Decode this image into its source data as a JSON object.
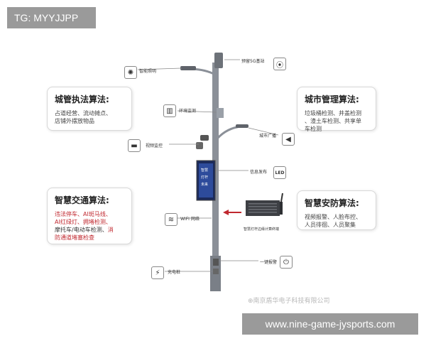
{
  "tag": "TG: MYYJJPP",
  "url": "www.nine-game-jysports.com",
  "watermark": "⊕南京盾华电子科技有限公司",
  "boxes": {
    "urban_enforcement": {
      "title": "城管执法算法:",
      "lines": [
        "占道经营、流动摊点、",
        "店铺外摆放物品"
      ]
    },
    "city_management": {
      "title": "城市管理算法:",
      "lines": [
        "垃圾桶检测、井盖检测",
        "、渣土车检测、共享单",
        "车检测"
      ]
    },
    "smart_traffic": {
      "title": "智慧交通算法:",
      "red_lines": [
        "违法停车、AI斑马线、",
        "AI红绿灯、拥堵检测、"
      ],
      "mixed_line_dark": "摩托车/电动车检测、",
      "mixed_line_red": "消",
      "red_tail": "防通道堵塞检查"
    },
    "smart_security": {
      "title": "智慧安防算法:",
      "lines": [
        "视频报警、人脸布控、",
        "人员徘徊、人员聚集"
      ]
    }
  },
  "labels": {
    "smart_lighting": "智能照明",
    "base_5g": "预留5G基站",
    "env_monitor": "环境监测",
    "city_broadcast": "城市广播",
    "video_monitor": "视频监控",
    "info_release": "信息发布",
    "wifi": "WIFI 网络",
    "edge_computing": "智慧灯杆边缘计算终端",
    "alarm": "一键报警",
    "charging": "充电桩"
  },
  "icons": {
    "led": "LED",
    "wifi": "wifi-icon",
    "speaker": "speaker-icon"
  },
  "screen": {
    "line1": "智慧",
    "line2": "灯杆",
    "line3": "未来"
  }
}
